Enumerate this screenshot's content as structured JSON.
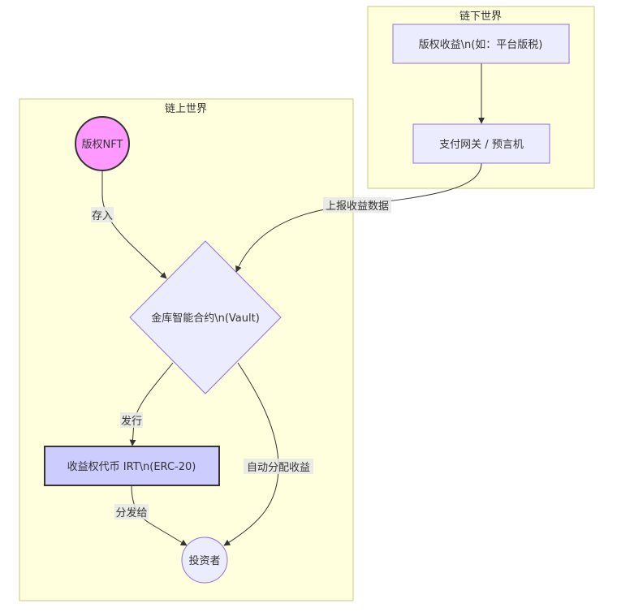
{
  "clusters": {
    "offchain": {
      "title": "链下世界"
    },
    "onchain": {
      "title": "链上世界"
    }
  },
  "nodes": {
    "royalty_income": {
      "label": "版权收益\\n(如：平台版税)",
      "shape": "rect"
    },
    "payment_gateway": {
      "label": "支付网关 / 预言机",
      "shape": "rect"
    },
    "copyright_nft": {
      "label": "版权NFT",
      "shape": "circle",
      "fill": "#ff99ff",
      "stroke": "#333333"
    },
    "vault_contract": {
      "label": "金库智能合约\\n(Vault)",
      "shape": "diamond"
    },
    "irt_token": {
      "label": "收益权代币 IRT\\n(ERC-20)",
      "shape": "rect",
      "fill": "#ccccff",
      "stroke": "#333333"
    },
    "investor": {
      "label": "投资者",
      "shape": "circle"
    }
  },
  "edges": {
    "income_to_gateway": {
      "from": "royalty_income",
      "to": "payment_gateway",
      "label": ""
    },
    "gateway_to_vault": {
      "from": "payment_gateway",
      "to": "vault_contract",
      "label": "上报收益数据"
    },
    "nft_to_vault": {
      "from": "copyright_nft",
      "to": "vault_contract",
      "label": "存入"
    },
    "vault_to_irt": {
      "from": "vault_contract",
      "to": "irt_token",
      "label": "发行"
    },
    "vault_to_investor": {
      "from": "vault_contract",
      "to": "investor",
      "label": "自动分配收益"
    },
    "irt_to_investor": {
      "from": "irt_token",
      "to": "investor",
      "label": "分发给"
    }
  },
  "colors": {
    "cluster_fill": "#ffffde",
    "cluster_stroke": "#c9c980",
    "node_fill": "#ececff",
    "node_stroke": "#9370db",
    "nft_fill": "#ff99ff",
    "irt_fill": "#ccccff",
    "edge_color": "#333333"
  }
}
